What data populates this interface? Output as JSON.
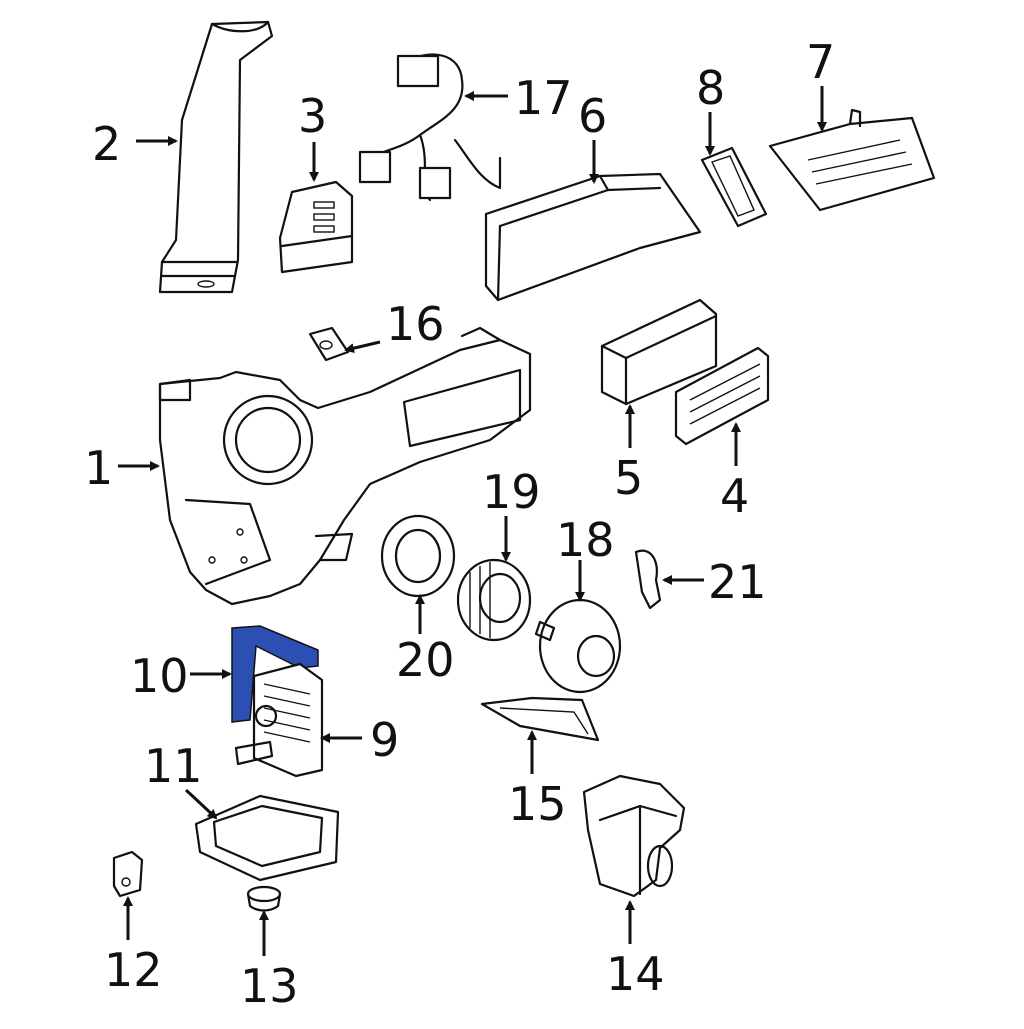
{
  "diagram": {
    "highlight_color": "#2b4fb3",
    "highlighted_part": "10",
    "callouts": [
      {
        "id": "1",
        "label": "1"
      },
      {
        "id": "2",
        "label": "2"
      },
      {
        "id": "3",
        "label": "3"
      },
      {
        "id": "4",
        "label": "4"
      },
      {
        "id": "5",
        "label": "5"
      },
      {
        "id": "6",
        "label": "6"
      },
      {
        "id": "7",
        "label": "7"
      },
      {
        "id": "8",
        "label": "8"
      },
      {
        "id": "9",
        "label": "9"
      },
      {
        "id": "10",
        "label": "10"
      },
      {
        "id": "11",
        "label": "11"
      },
      {
        "id": "12",
        "label": "12"
      },
      {
        "id": "13",
        "label": "13"
      },
      {
        "id": "14",
        "label": "14"
      },
      {
        "id": "15",
        "label": "15"
      },
      {
        "id": "16",
        "label": "16"
      },
      {
        "id": "17",
        "label": "17"
      },
      {
        "id": "18",
        "label": "18"
      },
      {
        "id": "19",
        "label": "19"
      },
      {
        "id": "20",
        "label": "20"
      },
      {
        "id": "21",
        "label": "21"
      }
    ]
  }
}
